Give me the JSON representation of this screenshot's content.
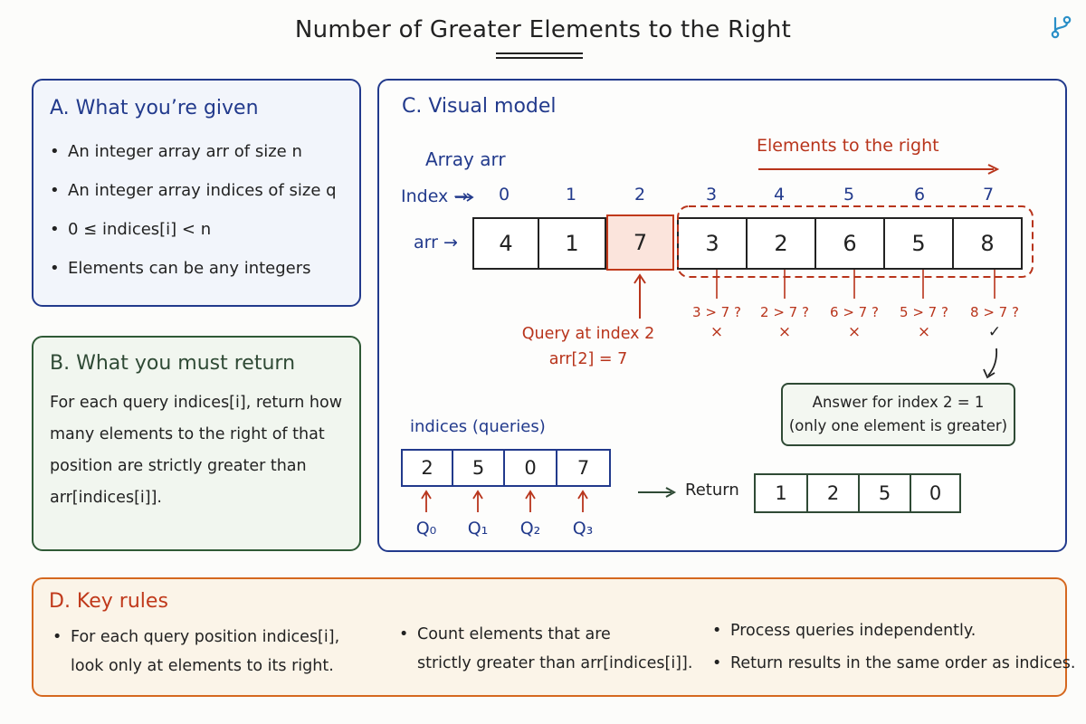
{
  "title": "Number of Greater Elements to the Right",
  "section_a": {
    "heading": "A. What you’re given",
    "bullets": [
      "An integer array arr of size n",
      "An integer array indices of size q",
      "0 ≤ indices[i] < n",
      "Elements can be any integers"
    ]
  },
  "section_b": {
    "heading": "B. What you must return",
    "lines": [
      "For each query indices[i], return how",
      "many elements to the right of that",
      "position are strictly greater than",
      "arr[indices[i]]."
    ]
  },
  "section_c": {
    "heading": "C. Visual model",
    "array_label": "Array arr",
    "index_label": "Index →",
    "arr_label": "arr →",
    "right_label": "Elements to the right",
    "indices": [
      "0",
      "1",
      "2",
      "3",
      "4",
      "5",
      "6",
      "7"
    ],
    "arr": [
      "4",
      "1",
      "7",
      "3",
      "2",
      "6",
      "5",
      "8"
    ],
    "comparisons": [
      "3 > 7 ?",
      "2 > 7 ?",
      "6 > 7 ?",
      "5 > 7 ?",
      "8 > 7 ?"
    ],
    "marks": [
      "×",
      "×",
      "×",
      "×",
      "✓"
    ],
    "query_note_line1": "Query at index 2",
    "query_note_line2": "arr[2] = 7",
    "answer_line1": "Answer for index 2 = 1",
    "answer_line2": "(only one element is greater)",
    "queries_label": "indices (queries)",
    "queries": [
      "2",
      "5",
      "0",
      "7"
    ],
    "query_names": [
      "Q₀",
      "Q₁",
      "Q₂",
      "Q₃"
    ],
    "return_label": "Return",
    "results": [
      "1",
      "2",
      "5",
      "0"
    ]
  },
  "section_d": {
    "heading": "D. Key rules",
    "rule1_line1": "For each query position indices[i],",
    "rule1_line2": "look only at elements to its right.",
    "rule2_line1": "Count elements that are",
    "rule2_line2": "strictly greater than arr[indices[i]].",
    "rule3": "Process queries independently.",
    "rule4": "Return results in the same order as indices."
  },
  "colors": {
    "blue": "#223a8c",
    "green": "#2f5a36",
    "red": "#c0391b",
    "orange": "#d5681f",
    "highlight_fill": "#fbe4dc"
  },
  "icons": [
    "branch-icon",
    "right-arrow-icon",
    "up-arrow-icon",
    "check-icon",
    "cross-icon"
  ]
}
